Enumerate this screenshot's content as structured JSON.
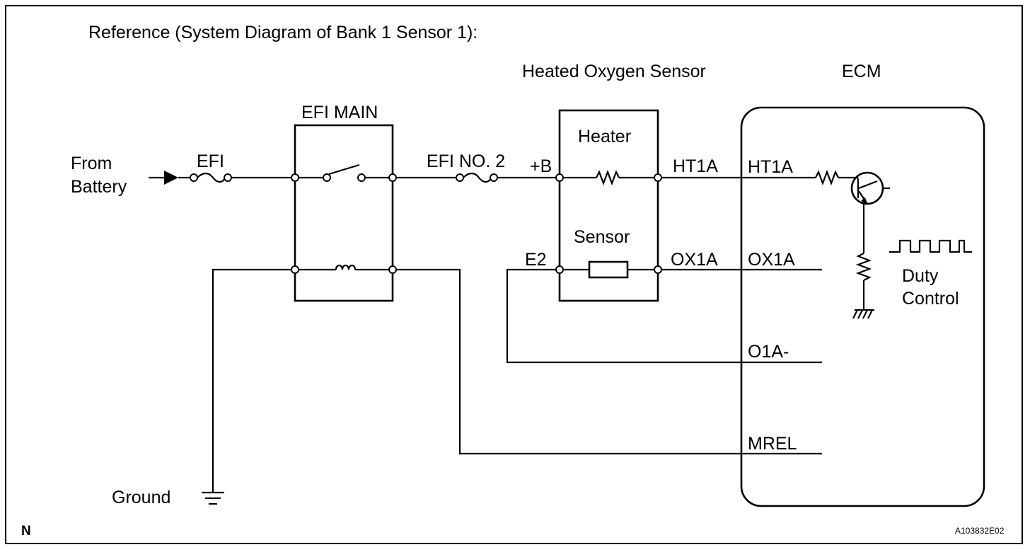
{
  "diagram": {
    "title": "Reference (System Diagram of Bank 1 Sensor 1):",
    "from_battery_line1": "From",
    "from_battery_line2": "Battery",
    "efi_fuse": "EFI",
    "efi_main_relay": "EFI MAIN",
    "efi_no2_fuse": "EFI NO. 2",
    "sensor_name": "Heated Oxygen Sensor",
    "heater": "Heater",
    "sensor": "Sensor",
    "pin_plus_b": "+B",
    "pin_e2": "E2",
    "pin_ht1a_sensor": "HT1A",
    "pin_ox1a_sensor": "OX1A",
    "ecm": "ECM",
    "ecm_ht1a": "HT1A",
    "ecm_ox1a": "OX1A",
    "ecm_o1a_minus": "O1A-",
    "ecm_mrel": "MREL",
    "duty_line1": "Duty",
    "duty_line2": "Control",
    "ground": "Ground",
    "corner_mark": "N",
    "figure_id": "A103832E02"
  }
}
